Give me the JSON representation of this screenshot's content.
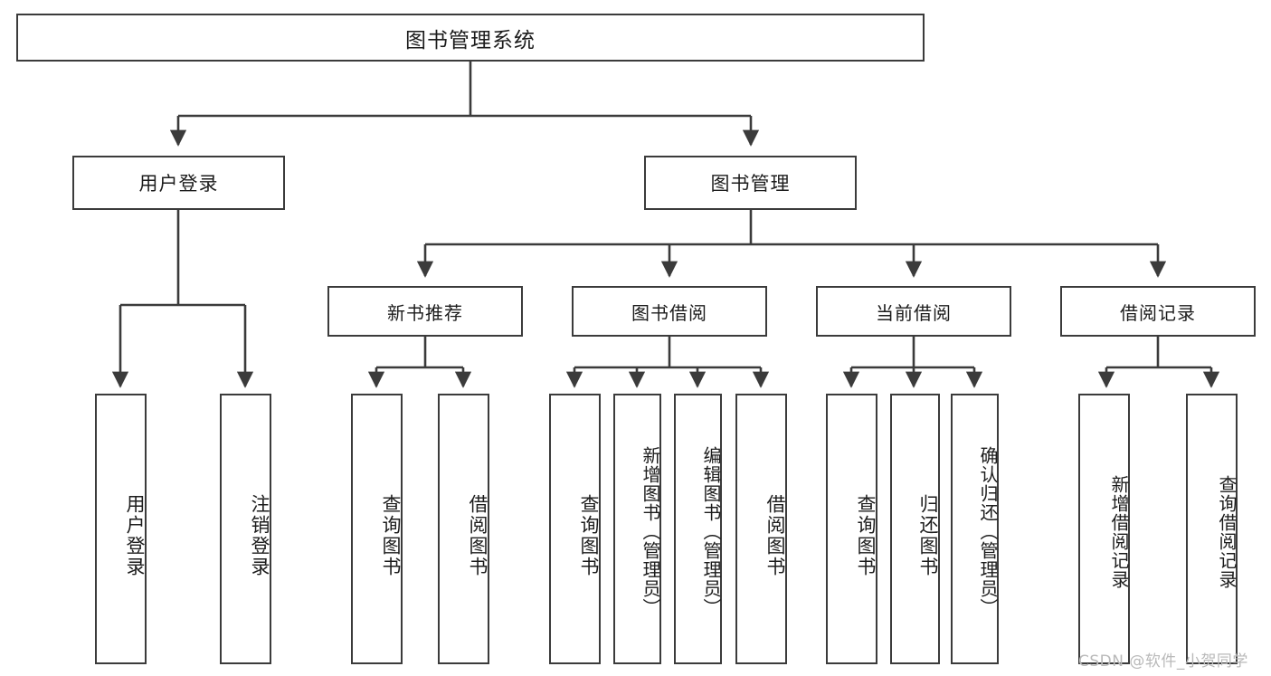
{
  "diagram": {
    "type": "tree-hierarchy-chart",
    "title": "图书管理系统",
    "watermark": "CSDN @软件_小贺同学",
    "root": {
      "label": "图书管理系统"
    },
    "level2": [
      {
        "label": "用户登录"
      },
      {
        "label": "图书管理"
      }
    ],
    "level3": [
      {
        "label": "新书推荐"
      },
      {
        "label": "图书借阅"
      },
      {
        "label": "当前借阅"
      },
      {
        "label": "借阅记录"
      }
    ],
    "leaves": {
      "user_login": [
        {
          "label": "用户登录"
        },
        {
          "label": "注销登录"
        }
      ],
      "new_book_recommend": [
        {
          "label": "查询图书"
        },
        {
          "label": "借阅图书"
        }
      ],
      "book_borrow": [
        {
          "label": "查询图书"
        },
        {
          "label": "新增图书（管理员）"
        },
        {
          "label": "编辑图书（管理员）"
        },
        {
          "label": "借阅图书"
        }
      ],
      "current_borrow": [
        {
          "label": "查询图书"
        },
        {
          "label": "归还图书"
        },
        {
          "label": "确认归还（管理员）"
        }
      ],
      "borrow_record": [
        {
          "label": "新增借阅记录"
        },
        {
          "label": "查询借阅记录"
        }
      ]
    },
    "colors": {
      "stroke": "#3b3b3b",
      "background": "#ffffff",
      "text": "#1c1c1c",
      "watermark": "#b9b9b9"
    }
  }
}
